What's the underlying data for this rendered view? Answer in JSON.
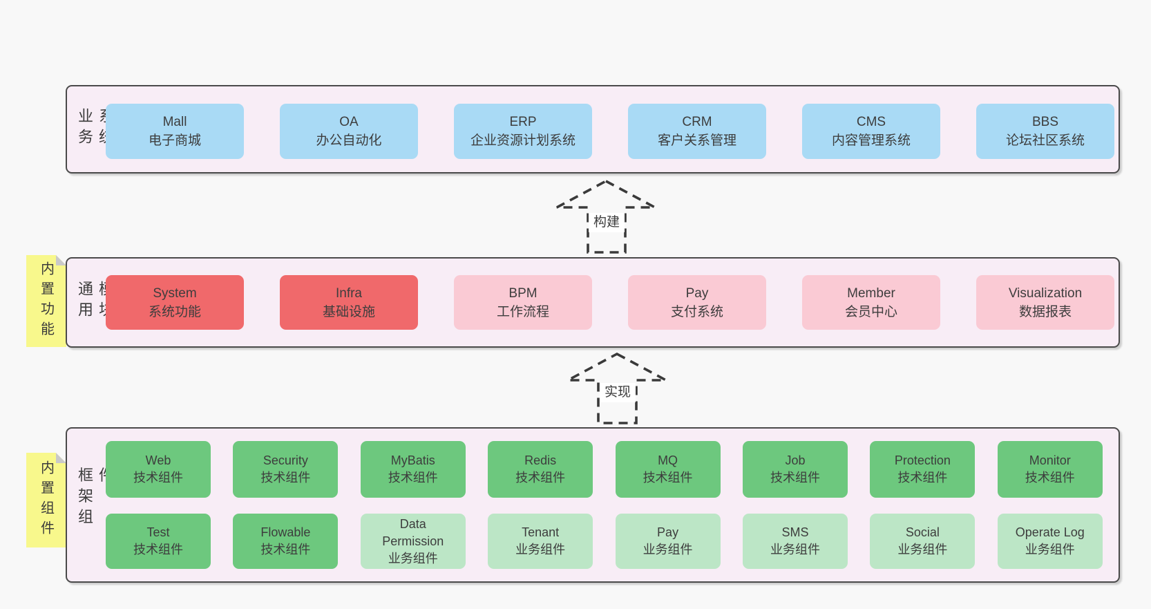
{
  "arrows": {
    "build": "构建",
    "implement": "实现"
  },
  "layers": {
    "business": {
      "side_label": "业务系统",
      "boxes": [
        {
          "name": "Mall",
          "desc": "电子商城"
        },
        {
          "name": "OA",
          "desc": "办公自动化"
        },
        {
          "name": "ERP",
          "desc": "企业资源计划系统"
        },
        {
          "name": "CRM",
          "desc": "客户关系管理"
        },
        {
          "name": "CMS",
          "desc": "内容管理系统"
        },
        {
          "name": "BBS",
          "desc": "论坛社区系统"
        }
      ]
    },
    "modules": {
      "side_label": "通用模块",
      "note": "内置功能",
      "boxes": [
        {
          "name": "System",
          "desc": "系统功能"
        },
        {
          "name": "Infra",
          "desc": "基础设施"
        },
        {
          "name": "BPM",
          "desc": "工作流程"
        },
        {
          "name": "Pay",
          "desc": "支付系统"
        },
        {
          "name": "Member",
          "desc": "会员中心"
        },
        {
          "name": "Visualization",
          "desc": "数据报表"
        }
      ]
    },
    "components": {
      "side_label": "框架组件",
      "note": "内置组件",
      "row1": [
        {
          "name": "Web",
          "desc": "技术组件"
        },
        {
          "name": "Security",
          "desc": "技术组件"
        },
        {
          "name": "MyBatis",
          "desc": "技术组件"
        },
        {
          "name": "Redis",
          "desc": "技术组件"
        },
        {
          "name": "MQ",
          "desc": "技术组件"
        },
        {
          "name": "Job",
          "desc": "技术组件"
        },
        {
          "name": "Protection",
          "desc": "技术组件"
        },
        {
          "name": "Monitor",
          "desc": "技术组件"
        }
      ],
      "row2": [
        {
          "name": "Test",
          "desc": "技术组件"
        },
        {
          "name": "Flowable",
          "desc": "技术组件"
        },
        {
          "name": "Data\nPermission",
          "desc": "业务组件"
        },
        {
          "name": "Tenant",
          "desc": "业务组件"
        },
        {
          "name": "Pay",
          "desc": "业务组件"
        },
        {
          "name": "SMS",
          "desc": "业务组件"
        },
        {
          "name": "Social",
          "desc": "业务组件"
        },
        {
          "name": "Operate Log",
          "desc": "业务组件"
        }
      ]
    }
  },
  "colors": {
    "page_bg": "#f8f8f8",
    "container_bg": "#f8edf6",
    "container_border": "#4a4a4a",
    "business_box": "#a9daf5",
    "core_module_box": "#f0696b",
    "optional_module_box": "#facad4",
    "tech_component_box": "#6dc87e",
    "biz_component_box": "#bce6c6",
    "sticky_note": "#f8f88c"
  }
}
